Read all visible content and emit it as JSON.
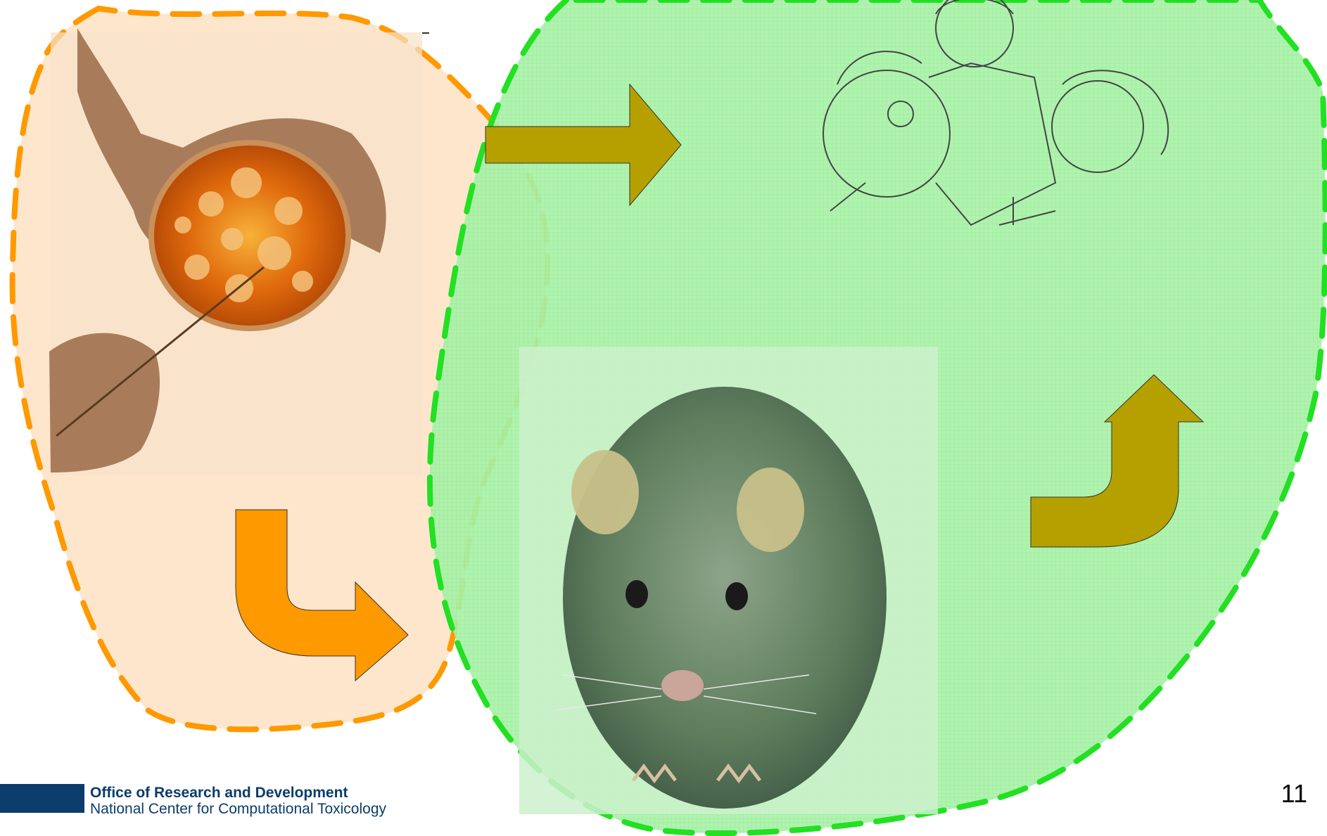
{
  "colors": {
    "orange_region_fill": "#fde3c6",
    "orange_dash": "#ff9900",
    "green_region_fill": "#a8f2a8",
    "green_dash": "#22e022",
    "olive_arrow": "#b5a000",
    "orange_arrow": "#ff9900",
    "footer_bar": "#0b3c6b"
  },
  "illustrations": [
    "petri-dish-photo",
    "people-sketch",
    "rat-photo"
  ],
  "footer": {
    "office": "Office of Research and Development",
    "center": "National Center for Computational Toxicology"
  },
  "slide": {
    "page_number": "11"
  }
}
